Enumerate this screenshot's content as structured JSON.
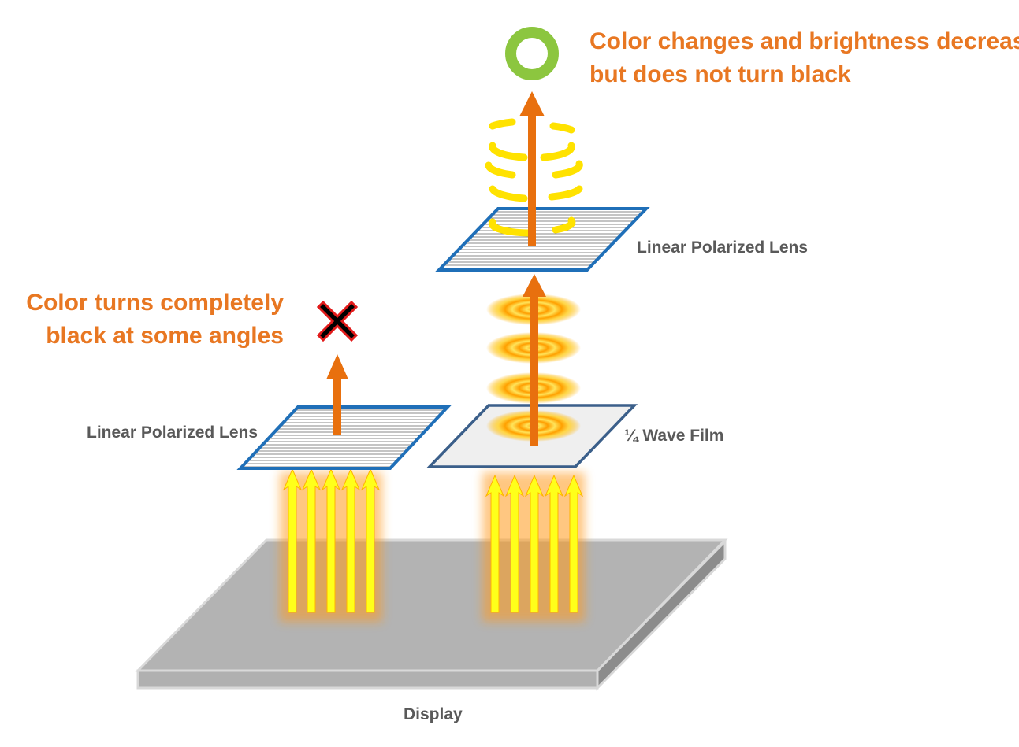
{
  "labels": {
    "top_result_line1": "Color changes and brightness decreases,",
    "top_result_line2": "but does not turn black",
    "left_result_line1": "Color turns completely",
    "left_result_line2": "black at some angles",
    "left_lens": "Linear Polarized Lens",
    "right_lens": "Linear Polarized Lens",
    "wave_film": "¼ Wave Film",
    "display": "Display"
  },
  "colors": {
    "orange_text": "#e87722",
    "arrow_orange": "#e8700e",
    "gray_text": "#595959",
    "lens_border": "#1f6fb8",
    "film_border": "#3b5f8a",
    "display_top": "#b3b3b3",
    "display_side": "#8c8c8c",
    "check_green": "#8cc63f",
    "cross_red": "#e21b1b"
  },
  "icons": {
    "success": "green-ring-icon",
    "fail": "red-cross-icon"
  }
}
